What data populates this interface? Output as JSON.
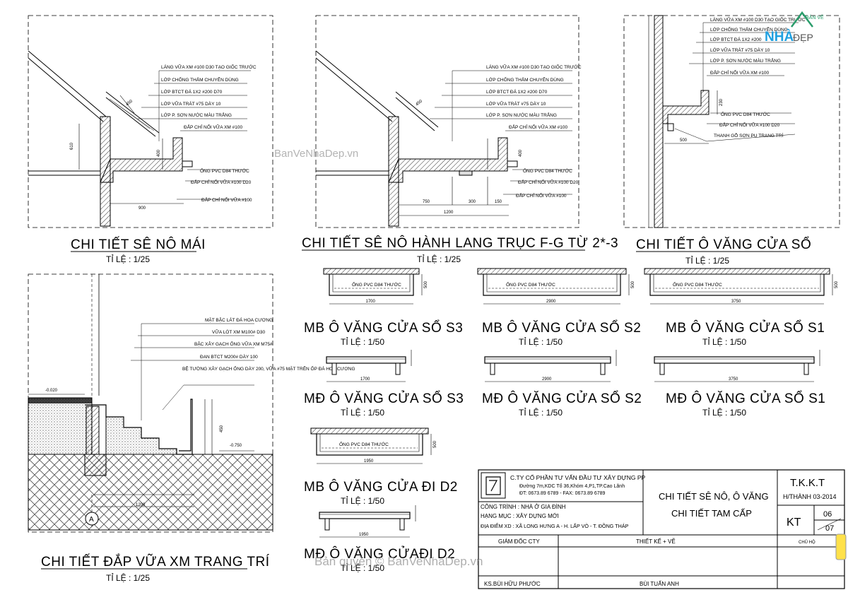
{
  "watermarks": {
    "center": "BanVeNhaDep.vn",
    "bottom": "Bản quyền © BanVeNhaDep.vn",
    "logo_top": "BẢN VẼ",
    "logo_nha": "NHÀ",
    "logo_dep": "ĐẸP"
  },
  "details": {
    "se_no_mai": {
      "title": "CHI TIẾT SÊ NÔ MÁI",
      "scale": "TỈ LỆ : 1/25",
      "notes": [
        "LÁNG VỮA XM #100 D30 TẠO GIỐC TRƯỚC",
        "LỚP CHỐNG THẤM CHUYÊN DÙNG",
        "LỚP BTCT ĐÁ 1X2 #200 D70",
        "LỚP VỮA TRÁT #75 DÀY 10",
        "LỚP P. SƠN NƯỚC MÀU TRẮNG",
        "ĐẮP CHỈ NỔI VỮA XM #100",
        "ỐNG PVC D84 THƯỚC",
        "ĐẮP CHỈ NỔI VỮA #100 D20",
        "ĐẮP CHỈ NỔI VỮA #100"
      ],
      "dims": [
        "450",
        "610",
        "400",
        "900"
      ]
    },
    "se_no_hanh_lang": {
      "title": "CHI TIẾT SÊ NÔ HÀNH LANG TRỤC F-G TỪ 2*-3",
      "scale": "TỈ LỆ : 1/25",
      "notes": [
        "LÁNG VỮA XM #100 D30 TẠO GIỐC TRƯỚC",
        "LỚP CHỐNG THẤM CHUYÊN DÙNG",
        "LỚP BTCT ĐÁ 1X2 #200 D70",
        "LỚP VỮA TRÁT #75 DÀY 10",
        "LỚP P. SƠN NƯỚC MÀU TRẮNG",
        "ĐẮP CHỈ NỔI VỮA XM #100",
        "ỐNG PVC D84 THƯỚC",
        "ĐẮP CHỈ NỔI VỮA #100 D20",
        "ĐẮP CHỈ NỔI VỮA #100"
      ],
      "dims": [
        "450",
        "400",
        "750",
        "300",
        "150",
        "1200"
      ]
    },
    "o_vang_cua_so": {
      "title": "CHI TIẾT Ô VĂNG CỬA SỔ",
      "scale": "TỈ LỆ : 1/25",
      "notes": [
        "LÁNG VỮA XM #100 D30 TẠO GIỐC TRƯỚC",
        "LỚP CHỐNG THẤM CHUYÊN DÙNG",
        "LỚP BTCT ĐÁ 1X2 #200",
        "LỚP VỮA TRÁT #75 DÀY 10",
        "LỚP P. SƠN NƯỚC MÀU TRẮNG",
        "ĐẮP CHỈ NỔI VỮA XM #100",
        "ỐNG PVC D84 THƯỚC",
        "ĐẮP CHỈ NỔI VỮA #100 D20",
        "THANH GỖ SƠN PU TRANG TRÍ"
      ],
      "dims": [
        "230",
        "500"
      ]
    },
    "dap_vua": {
      "title": "CHI TIẾT ĐẮP VỮA XM TRANG TRÍ",
      "scale": "TỈ LỆ : 1/25",
      "notes": [
        "MẶT BẬC LÁT ĐÁ HOA CƯƠNG",
        "VỮA LÓT XM M100# D30",
        "BẬC XÂY GẠCH ỐNG VỮA XM M75#",
        "ĐAN BTCT M200# DÀY 100",
        "BỆ TƯỜNG XÂY GẠCH ỐNG DÀY 200, VỮA #75 MẶT TRÊN ỐP ĐÁ HOA CƯƠNG"
      ],
      "level_top": "-0.020",
      "level_bottom": "-0.750",
      "axis": "A",
      "dims": [
        "450",
        "1200"
      ]
    }
  },
  "small_details": [
    {
      "title": "MB Ô VĂNG CỬA SỔ S3",
      "scale": "TỈ LỆ : 1/50",
      "dim": "1700",
      "pipe": "ỐNG PVC D84 THƯỚC",
      "depth": "500"
    },
    {
      "title": "MB Ô VĂNG CỬA SỔ S2",
      "scale": "TỈ LỆ : 1/50",
      "dim": "2900",
      "pipe": "ỐNG PVC D84 THƯỚC",
      "depth": "500"
    },
    {
      "title": "MB Ô VĂNG CỬA SỔ S1",
      "scale": "TỈ LỆ : 1/50",
      "dim": "3750",
      "pipe": "ỐNG PVC D84 THƯỚC",
      "depth": "500"
    },
    {
      "title": "MĐ Ô VĂNG CỬA SỔ S3",
      "scale": "TỈ LỆ : 1/50",
      "dim": "1700"
    },
    {
      "title": "MĐ Ô VĂNG CỬA SỔ S2",
      "scale": "TỈ LỆ : 1/50",
      "dim": "2900"
    },
    {
      "title": "MĐ Ô VĂNG CỬA SỔ S1",
      "scale": "TỈ LỆ : 1/50",
      "dim": "3750"
    },
    {
      "title": "MB Ô VĂNG CỬA ĐI D2",
      "scale": "TỈ LỆ : 1/50",
      "dim": "1950",
      "pipe": "ỐNG PVC D84 THƯỚC",
      "depth": "500"
    },
    {
      "title": "MĐ Ô VĂNG CỬAĐI D2",
      "scale": "TỈ LỆ : 1/50",
      "dim": "1950"
    }
  ],
  "title_block": {
    "company_line1": "C.TY CỔ PHẦN TƯ VẤN ĐẦU TƯ XÂY DỰNG PP",
    "company_line2": "Đường 7m,KDC Tổ 36,Khóm 4,P1,TP.Cao Lãnh",
    "company_line3": "ĐT: 0673.89 6789 - FAX: 0673.89 6789",
    "project": "CÔNG TRÌNH : NHÀ Ở GIA ĐÌNH",
    "category": "HẠNG MỤC : XÂY DỰNG MỚI",
    "location": "ĐỊA ĐIỂM XD : XÃ LONG HƯNG A - H. LẤP VÒ - T. ĐỒNG THÁP",
    "drawing_title_1": "CHI TIẾT SÊ NÔ, Ô VĂNG",
    "drawing_title_2": "CHI TIẾT TAM CẤP",
    "stage": "T.K.K.T",
    "date": "H/THÀNH 03-2014",
    "code": "KT",
    "sheet_no": "06",
    "sheet_total": "07",
    "role_director": "GIÁM ĐỐC CTY",
    "role_design": "THIẾT KẾ + VẼ",
    "role_note": "CHỦ HỘ",
    "name_director": "KS.BÙI HỮU PHƯỚC",
    "name_designer": "BÙI TUẤN ANH"
  }
}
